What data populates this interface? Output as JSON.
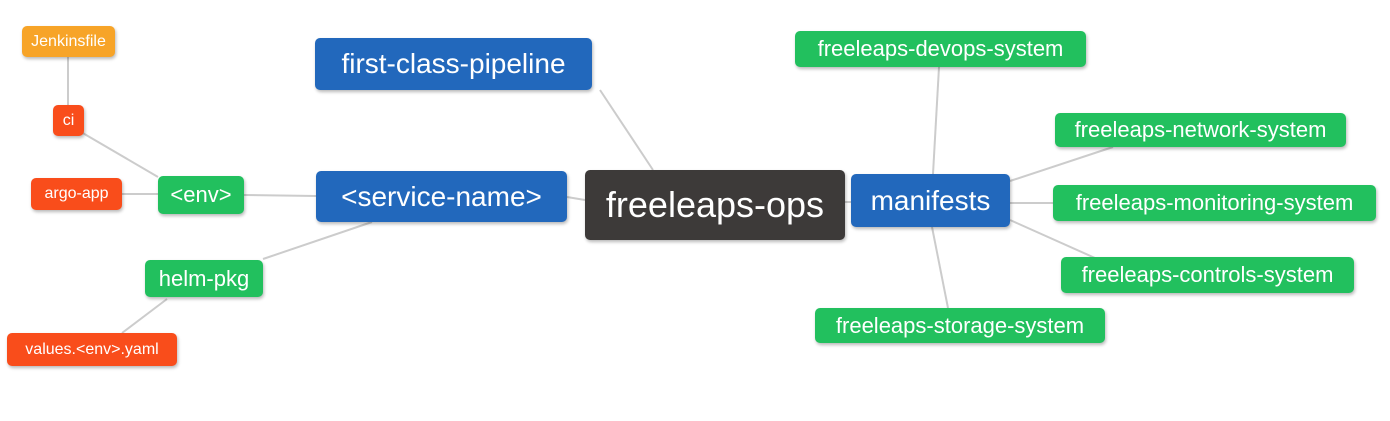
{
  "diagram": {
    "type": "mindmap",
    "root": "freeleaps_ops"
  },
  "colors": {
    "root_bg": "#3d3a39",
    "branch_blue": "#2268bc",
    "leaf_green": "#22c05e",
    "leaf_orange": "#f7a428",
    "leaf_red": "#f94d1b",
    "edge": "#cccccc",
    "node_text": "#ffffff"
  },
  "nodes": {
    "freeleaps_ops": {
      "label": "freeleaps-ops"
    },
    "first_class_pipeline": {
      "label": "first-class-pipeline"
    },
    "service_name": {
      "label": "<service-name>"
    },
    "manifests": {
      "label": "manifests"
    },
    "env": {
      "label": "<env>"
    },
    "helm_pkg": {
      "label": "helm-pkg"
    },
    "ci": {
      "label": "ci"
    },
    "argo_app": {
      "label": "argo-app"
    },
    "jenkinsfile": {
      "label": "Jenkinsfile"
    },
    "values_env_yaml": {
      "label": "values.<env>.yaml"
    },
    "devops_system": {
      "label": "freeleaps-devops-system"
    },
    "network_system": {
      "label": "freeleaps-network-system"
    },
    "monitoring_system": {
      "label": "freeleaps-monitoring-system"
    },
    "controls_system": {
      "label": "freeleaps-controls-system"
    },
    "storage_system": {
      "label": "freeleaps-storage-system"
    }
  },
  "edges": [
    {
      "from": "jenkinsfile",
      "to": "ci"
    },
    {
      "from": "ci",
      "to": "env"
    },
    {
      "from": "argo_app",
      "to": "env"
    },
    {
      "from": "env",
      "to": "service_name"
    },
    {
      "from": "helm_pkg",
      "to": "service_name"
    },
    {
      "from": "values_env_yaml",
      "to": "helm_pkg"
    },
    {
      "from": "service_name",
      "to": "freeleaps_ops"
    },
    {
      "from": "first_class_pipeline",
      "to": "freeleaps_ops"
    },
    {
      "from": "freeleaps_ops",
      "to": "manifests"
    },
    {
      "from": "manifests",
      "to": "devops_system"
    },
    {
      "from": "manifests",
      "to": "network_system"
    },
    {
      "from": "manifests",
      "to": "monitoring_system"
    },
    {
      "from": "manifests",
      "to": "controls_system"
    },
    {
      "from": "manifests",
      "to": "storage_system"
    }
  ]
}
